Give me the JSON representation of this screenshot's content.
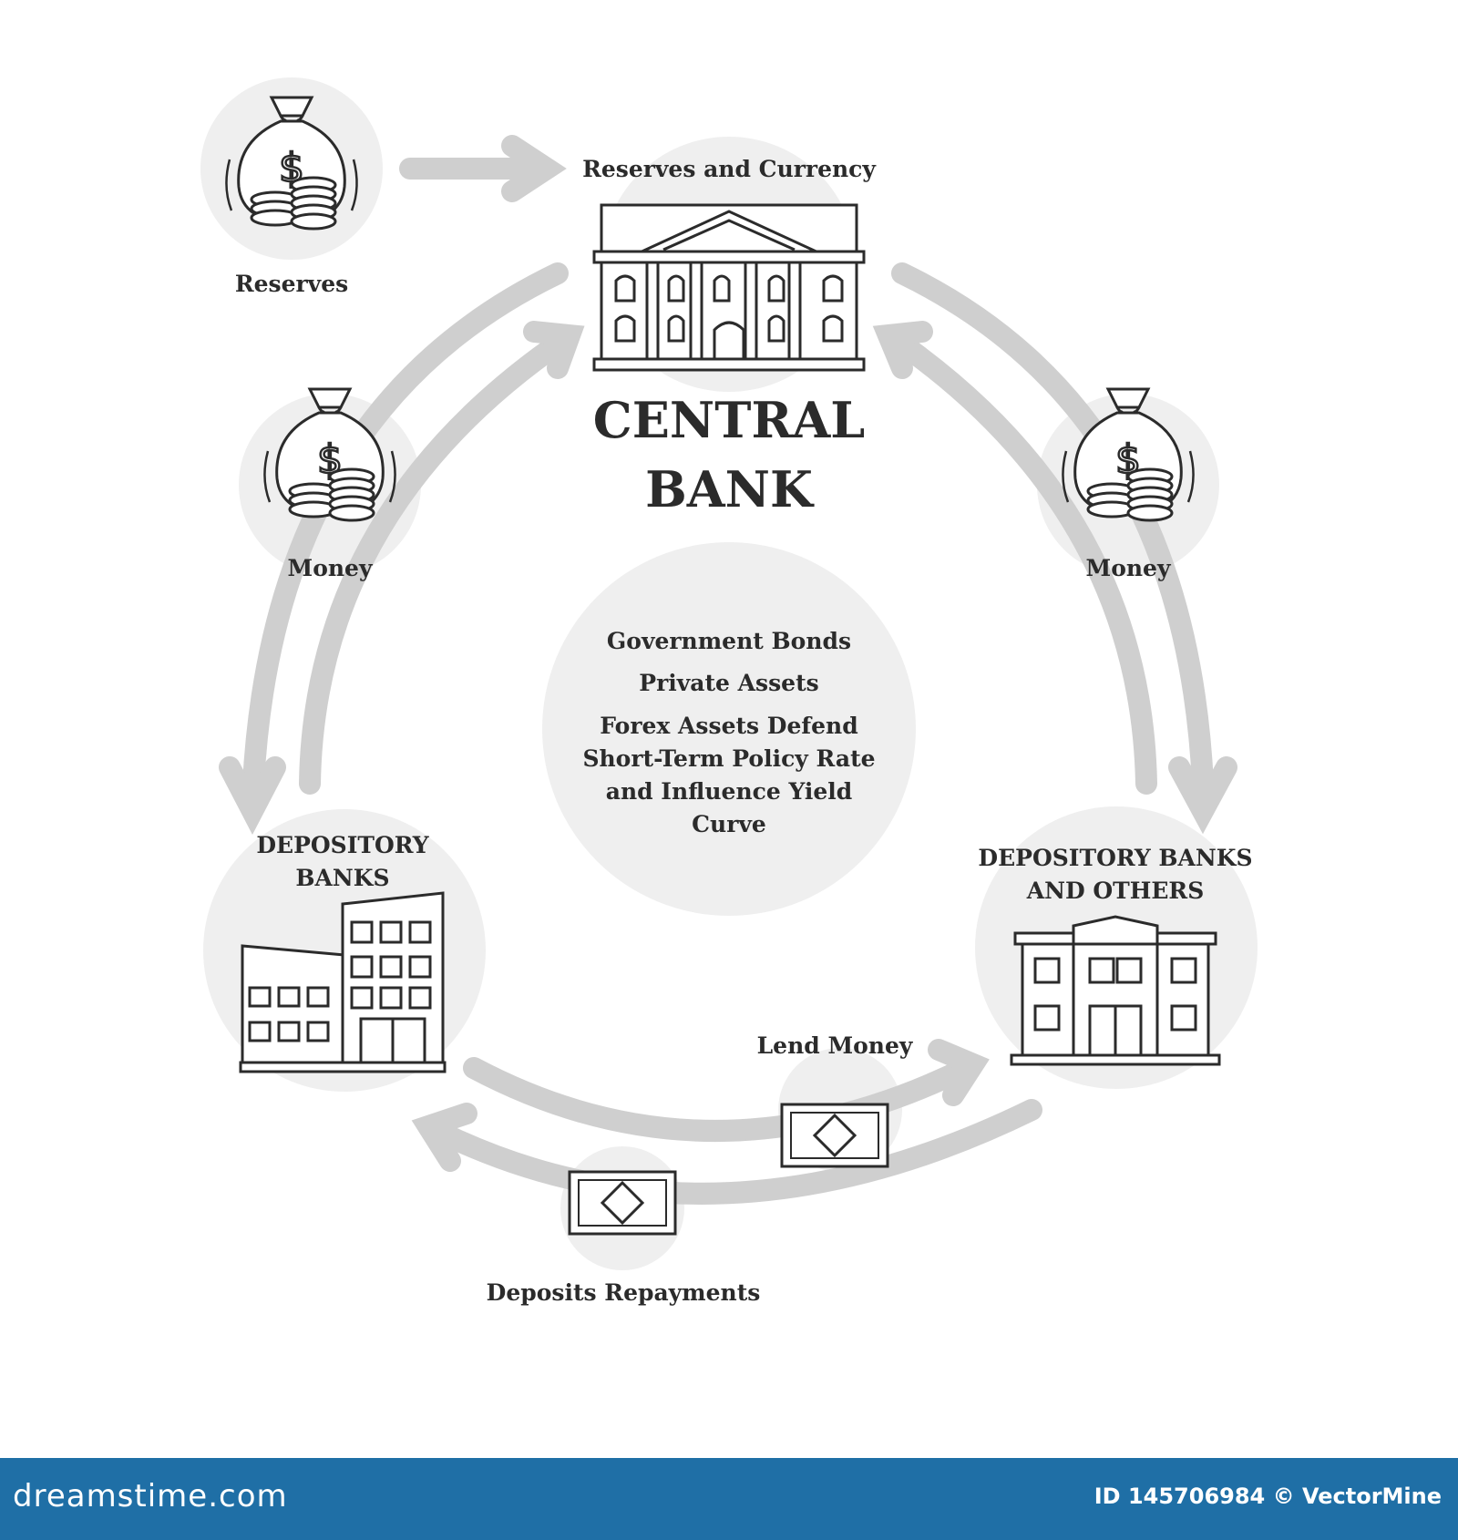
{
  "title": {
    "line1": "CENTRAL",
    "line2": "BANK"
  },
  "nodes": {
    "reserves": "Reserves",
    "reserves_currency": "Reserves and Currency",
    "money_left": "Money",
    "money_right": "Money",
    "depository_banks": {
      "line1": "DEPOSITORY",
      "line2": "BANKS"
    },
    "depository_others": {
      "line1": "DEPOSITORY BANKS",
      "line2": "AND OTHERS"
    },
    "lend_money": "Lend Money",
    "deposits_repayments": "Deposits Repayments"
  },
  "center": {
    "line1": "Government Bonds",
    "line2": "Private Assets",
    "line3": "Forex Assets Defend",
    "line4": "Short-Term Policy Rate",
    "line5": "and Influence Yield",
    "line6": "Curve"
  },
  "footer": {
    "logo": "dreamstime.com",
    "id": "ID 145706984 © VectorMine"
  },
  "colors": {
    "arrow": "#cfcfcf",
    "circle": "#efefef",
    "ink": "#2b2b2b",
    "footer": "#1f6fa6"
  }
}
